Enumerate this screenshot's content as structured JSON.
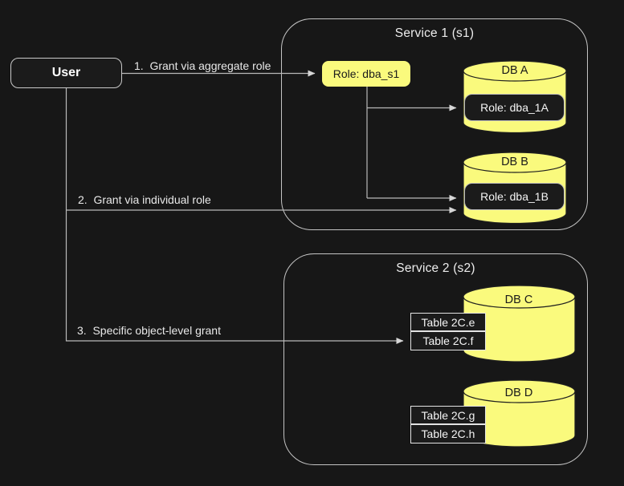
{
  "colors": {
    "background": "#171717",
    "node_fill": "#1b1b1b",
    "node_border": "#c9c9c9",
    "container_border": "#c4c4c4",
    "line_color": "#b9b9b9",
    "accent_yellow": "#fafa7d",
    "cylinder_stroke": "#1f1f1f",
    "text_light": "#f2f2f2",
    "text_dark": "#1a1a1a"
  },
  "user": {
    "label": "User"
  },
  "edges": [
    {
      "label": "1.  Grant via aggregate role"
    },
    {
      "label": "2.  Grant via individual role"
    },
    {
      "label": "3.  Specific object-level grant"
    }
  ],
  "service1": {
    "title": "Service 1 (s1)",
    "aggregate_role": "Role: dba_s1",
    "databases": [
      {
        "name": "DB A",
        "role": "Role: dba_1A"
      },
      {
        "name": "DB B",
        "role": "Role: dba_1B"
      }
    ]
  },
  "service2": {
    "title": "Service 2 (s2)",
    "databases": [
      {
        "name": "DB C",
        "tables": [
          "Table 2C.e",
          "Table 2C.f"
        ]
      },
      {
        "name": "DB D",
        "tables": [
          "Table 2C.g",
          "Table 2C.h"
        ]
      }
    ]
  }
}
